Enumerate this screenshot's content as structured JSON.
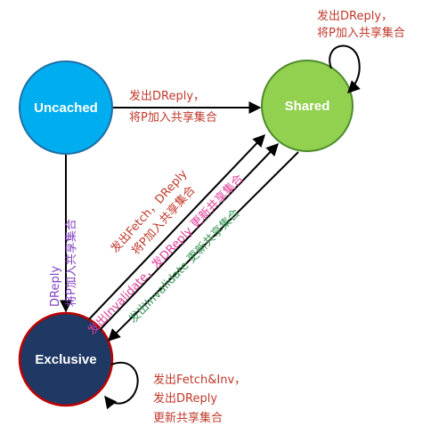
{
  "states": {
    "uncached": {
      "label": "Uncached",
      "fill": "#00aeef",
      "stroke": "#1f6fa8"
    },
    "shared": {
      "label": "Shared",
      "fill": "#92d050",
      "stroke": "#4e8b2c"
    },
    "exclusive": {
      "label": "Exclusive",
      "fill": "#1f3864",
      "stroke": "#c00000"
    }
  },
  "edges": {
    "shared_self": {
      "line1": "发出DReply，",
      "line2": "将P加入共享集合",
      "color": "#c0392b"
    },
    "uncached_to_shared": {
      "line1": "发出DReply，",
      "line2": "将P加入共享集合",
      "color": "#c0392b"
    },
    "uncached_to_exclusive": {
      "line1": "DReply",
      "line2": "将P加入共享集合",
      "color": "#7f3fbf"
    },
    "shared_to_exclusive_fetch": {
      "line1": "发出Fetch，DReply",
      "line2": "将P加入共享集合",
      "color": "#c0392b"
    },
    "shared_to_exclusive_invalidate": {
      "text": "发出Invalidate，发DReply 更新共享集合",
      "color": "#e0409a"
    },
    "exclusive_to_shared_invalidate": {
      "text": "发出Invalidate 更新共享集合",
      "color": "#3d9a5a"
    },
    "exclusive_self": {
      "line1": "发出Fetch&Inv，",
      "line2": "发出DReply",
      "line3": "更新共享集合",
      "color": "#c0392b"
    }
  }
}
